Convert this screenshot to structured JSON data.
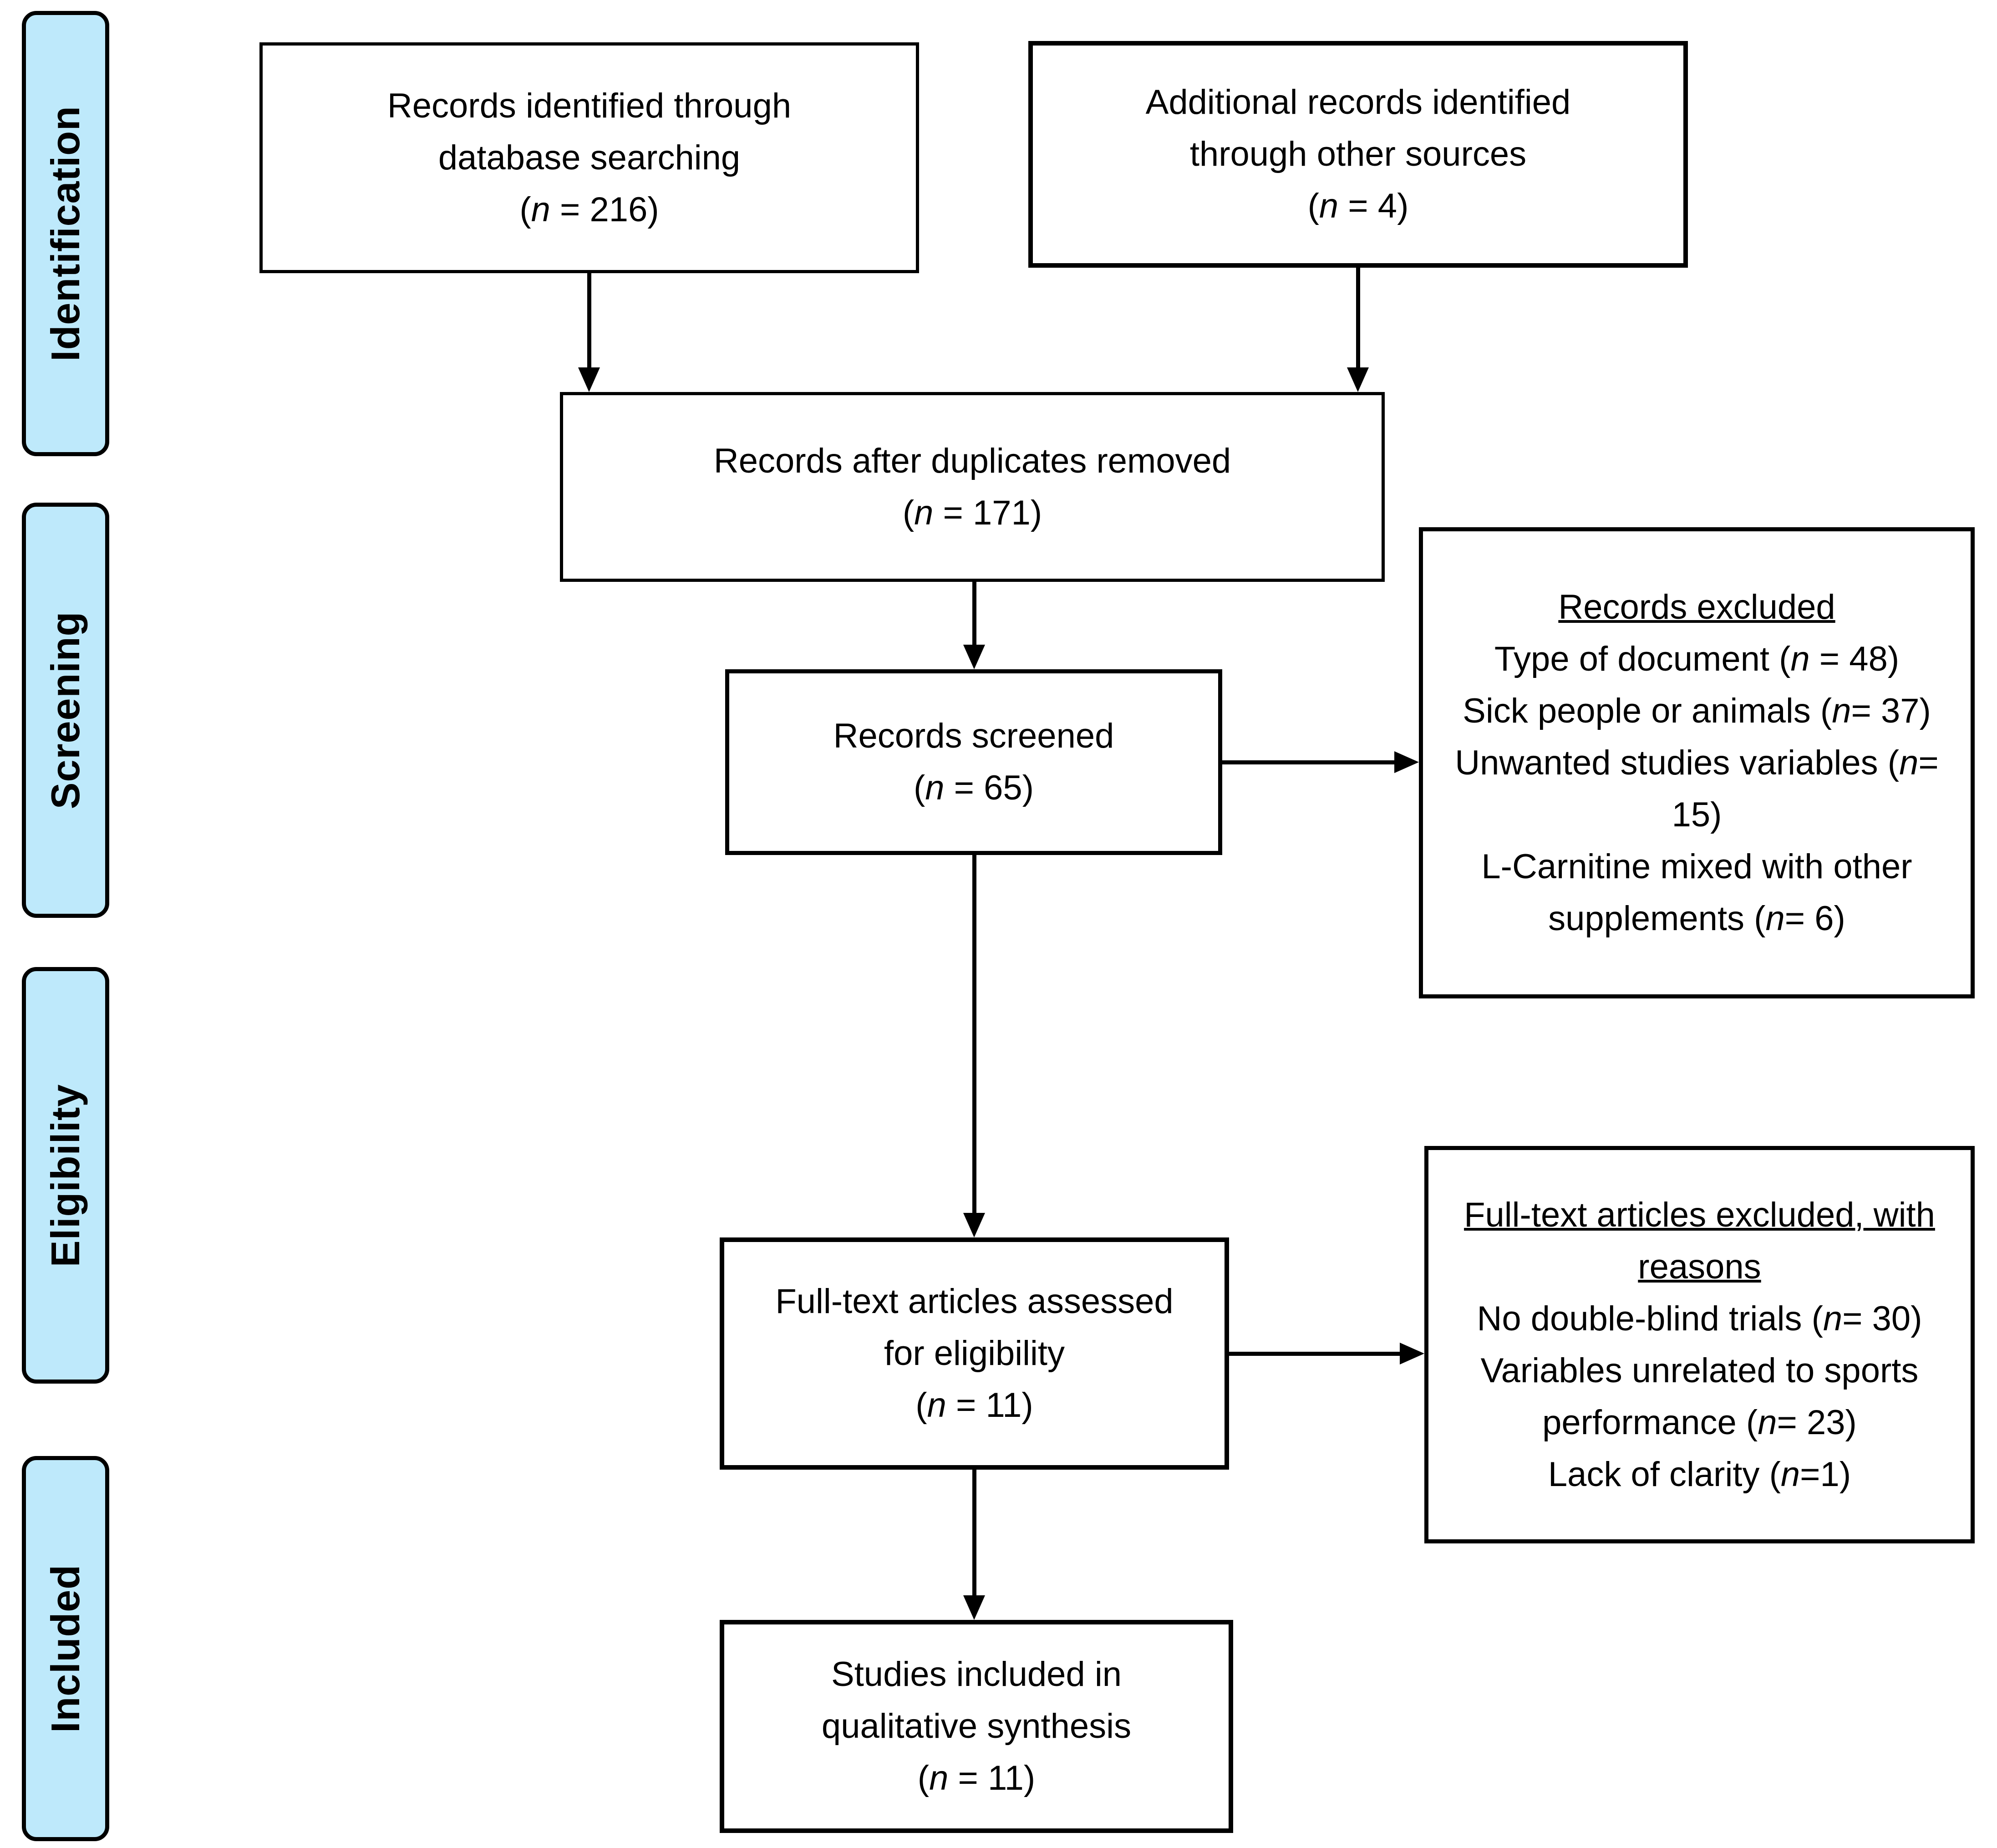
{
  "sidebar": {
    "fill": "#BEE9FB",
    "stages": [
      {
        "label": "Identification"
      },
      {
        "label": "Screening"
      },
      {
        "label": "Eligibility"
      },
      {
        "label": "Included"
      }
    ]
  },
  "boxes": {
    "identified": {
      "lines": [
        "Records identified through",
        "database searching",
        "(n = 216)"
      ]
    },
    "additional": {
      "lines": [
        "Additional records identified",
        "through other sources",
        "(n = 4)"
      ]
    },
    "duplicates": {
      "lines": [
        "Records after duplicates removed",
        "(n = 171)"
      ]
    },
    "screened": {
      "lines": [
        "Records screened",
        "(n = 65)"
      ]
    },
    "records_excluded": {
      "title": "Records excluded",
      "lines": [
        "Type of document (n = 48)",
        "Sick people or animals (n= 37)",
        "Unwanted studies variables (n= 15)",
        "L-Carnitine mixed with other supplements (n= 6)"
      ]
    },
    "assessed": {
      "lines": [
        "Full-text articles assessed",
        "for eligibility",
        "(n = 11)"
      ]
    },
    "fulltext_excluded": {
      "title": "Full-text articles excluded, with reasons",
      "lines": [
        "No double-blind trials (n= 30)",
        "Variables unrelated to sports performance (n= 23)",
        "Lack of clarity (n=1)"
      ]
    },
    "included": {
      "lines": [
        "Studies included in",
        "qualitative synthesis",
        "(n = 11)"
      ]
    }
  }
}
